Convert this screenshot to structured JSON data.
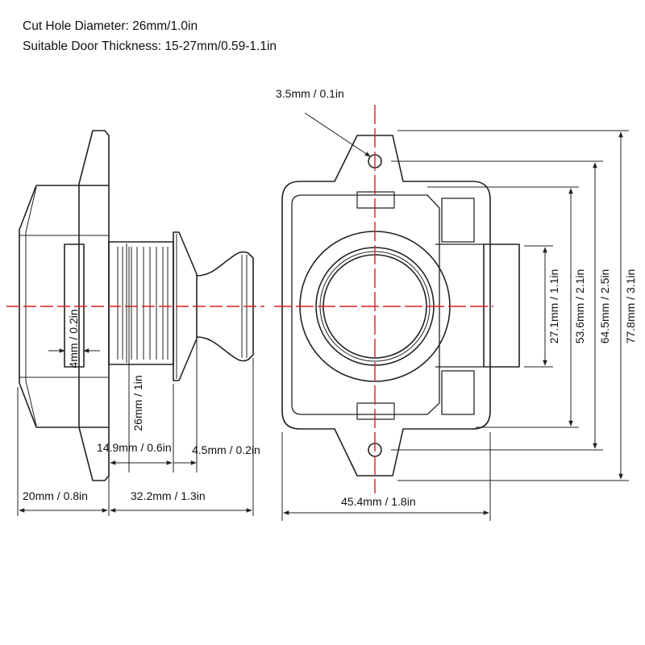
{
  "specs": {
    "cut_hole": "Cut Hole Diameter: 26mm/1.0in",
    "door_thickness": "Suitable Door Thickness: 15-27mm/0.59-1.1in"
  },
  "dimensions": {
    "screw_hole": "3.5mm / 0.1in",
    "slot_width": "4mm / 0.2in",
    "button_dia": "26mm / 1in",
    "body_depth": "14.9mm / 0.6in",
    "cap_depth": "4.5mm / 0.2in",
    "flange_depth": "20mm / 0.8in",
    "button_depth": "32.2mm / 1.3in",
    "front_width": "45.4mm / 1.8in",
    "h_27": "27.1mm / 1.1in",
    "h_53": "53.6mm / 2.1in",
    "h_64": "64.5mm / 2.5in",
    "h_77": "77.8mm / 3.1in"
  },
  "colors": {
    "line": "#222222",
    "centerline": "#e02020",
    "background": "#ffffff"
  }
}
